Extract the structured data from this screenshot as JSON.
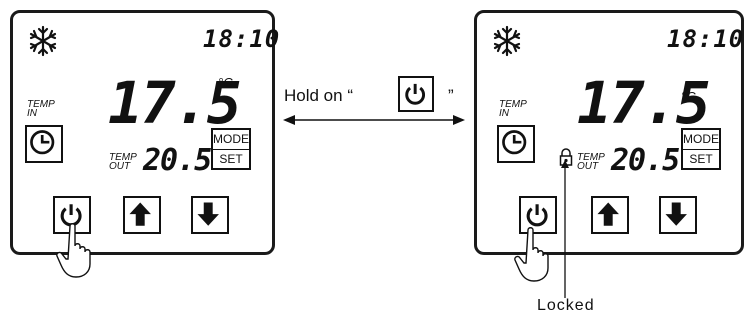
{
  "left_panel": {
    "clock": "18:10",
    "main_temp": "17.5",
    "unit": "°C",
    "temp_in_label": [
      "TEMP",
      "IN"
    ],
    "temp_out_label": [
      "TEMP",
      "OUT"
    ],
    "out_temp": "20.5",
    "mode_label": "MODE",
    "set_label": "SET",
    "icons": [
      "snowflake-icon",
      "clock-icon",
      "power-icon",
      "up-arrow-icon",
      "down-arrow-icon",
      "hand-pointer-icon"
    ]
  },
  "right_panel": {
    "clock": "18:10",
    "main_temp": "17.5",
    "unit": "°C",
    "temp_in_label": [
      "TEMP",
      "IN"
    ],
    "temp_out_label": [
      "TEMP",
      "OUT"
    ],
    "out_temp": "20.5",
    "mode_label": "MODE",
    "set_label": "SET",
    "icons": [
      "snowflake-icon",
      "lock-icon",
      "clock-icon",
      "power-icon",
      "up-arrow-icon",
      "down-arrow-icon",
      "hand-pointer-icon"
    ]
  },
  "transition": {
    "hold_prefix": "Hold on “",
    "hold_suffix": "”",
    "icon": "power-icon"
  },
  "annotation": {
    "locked": "Locked"
  }
}
